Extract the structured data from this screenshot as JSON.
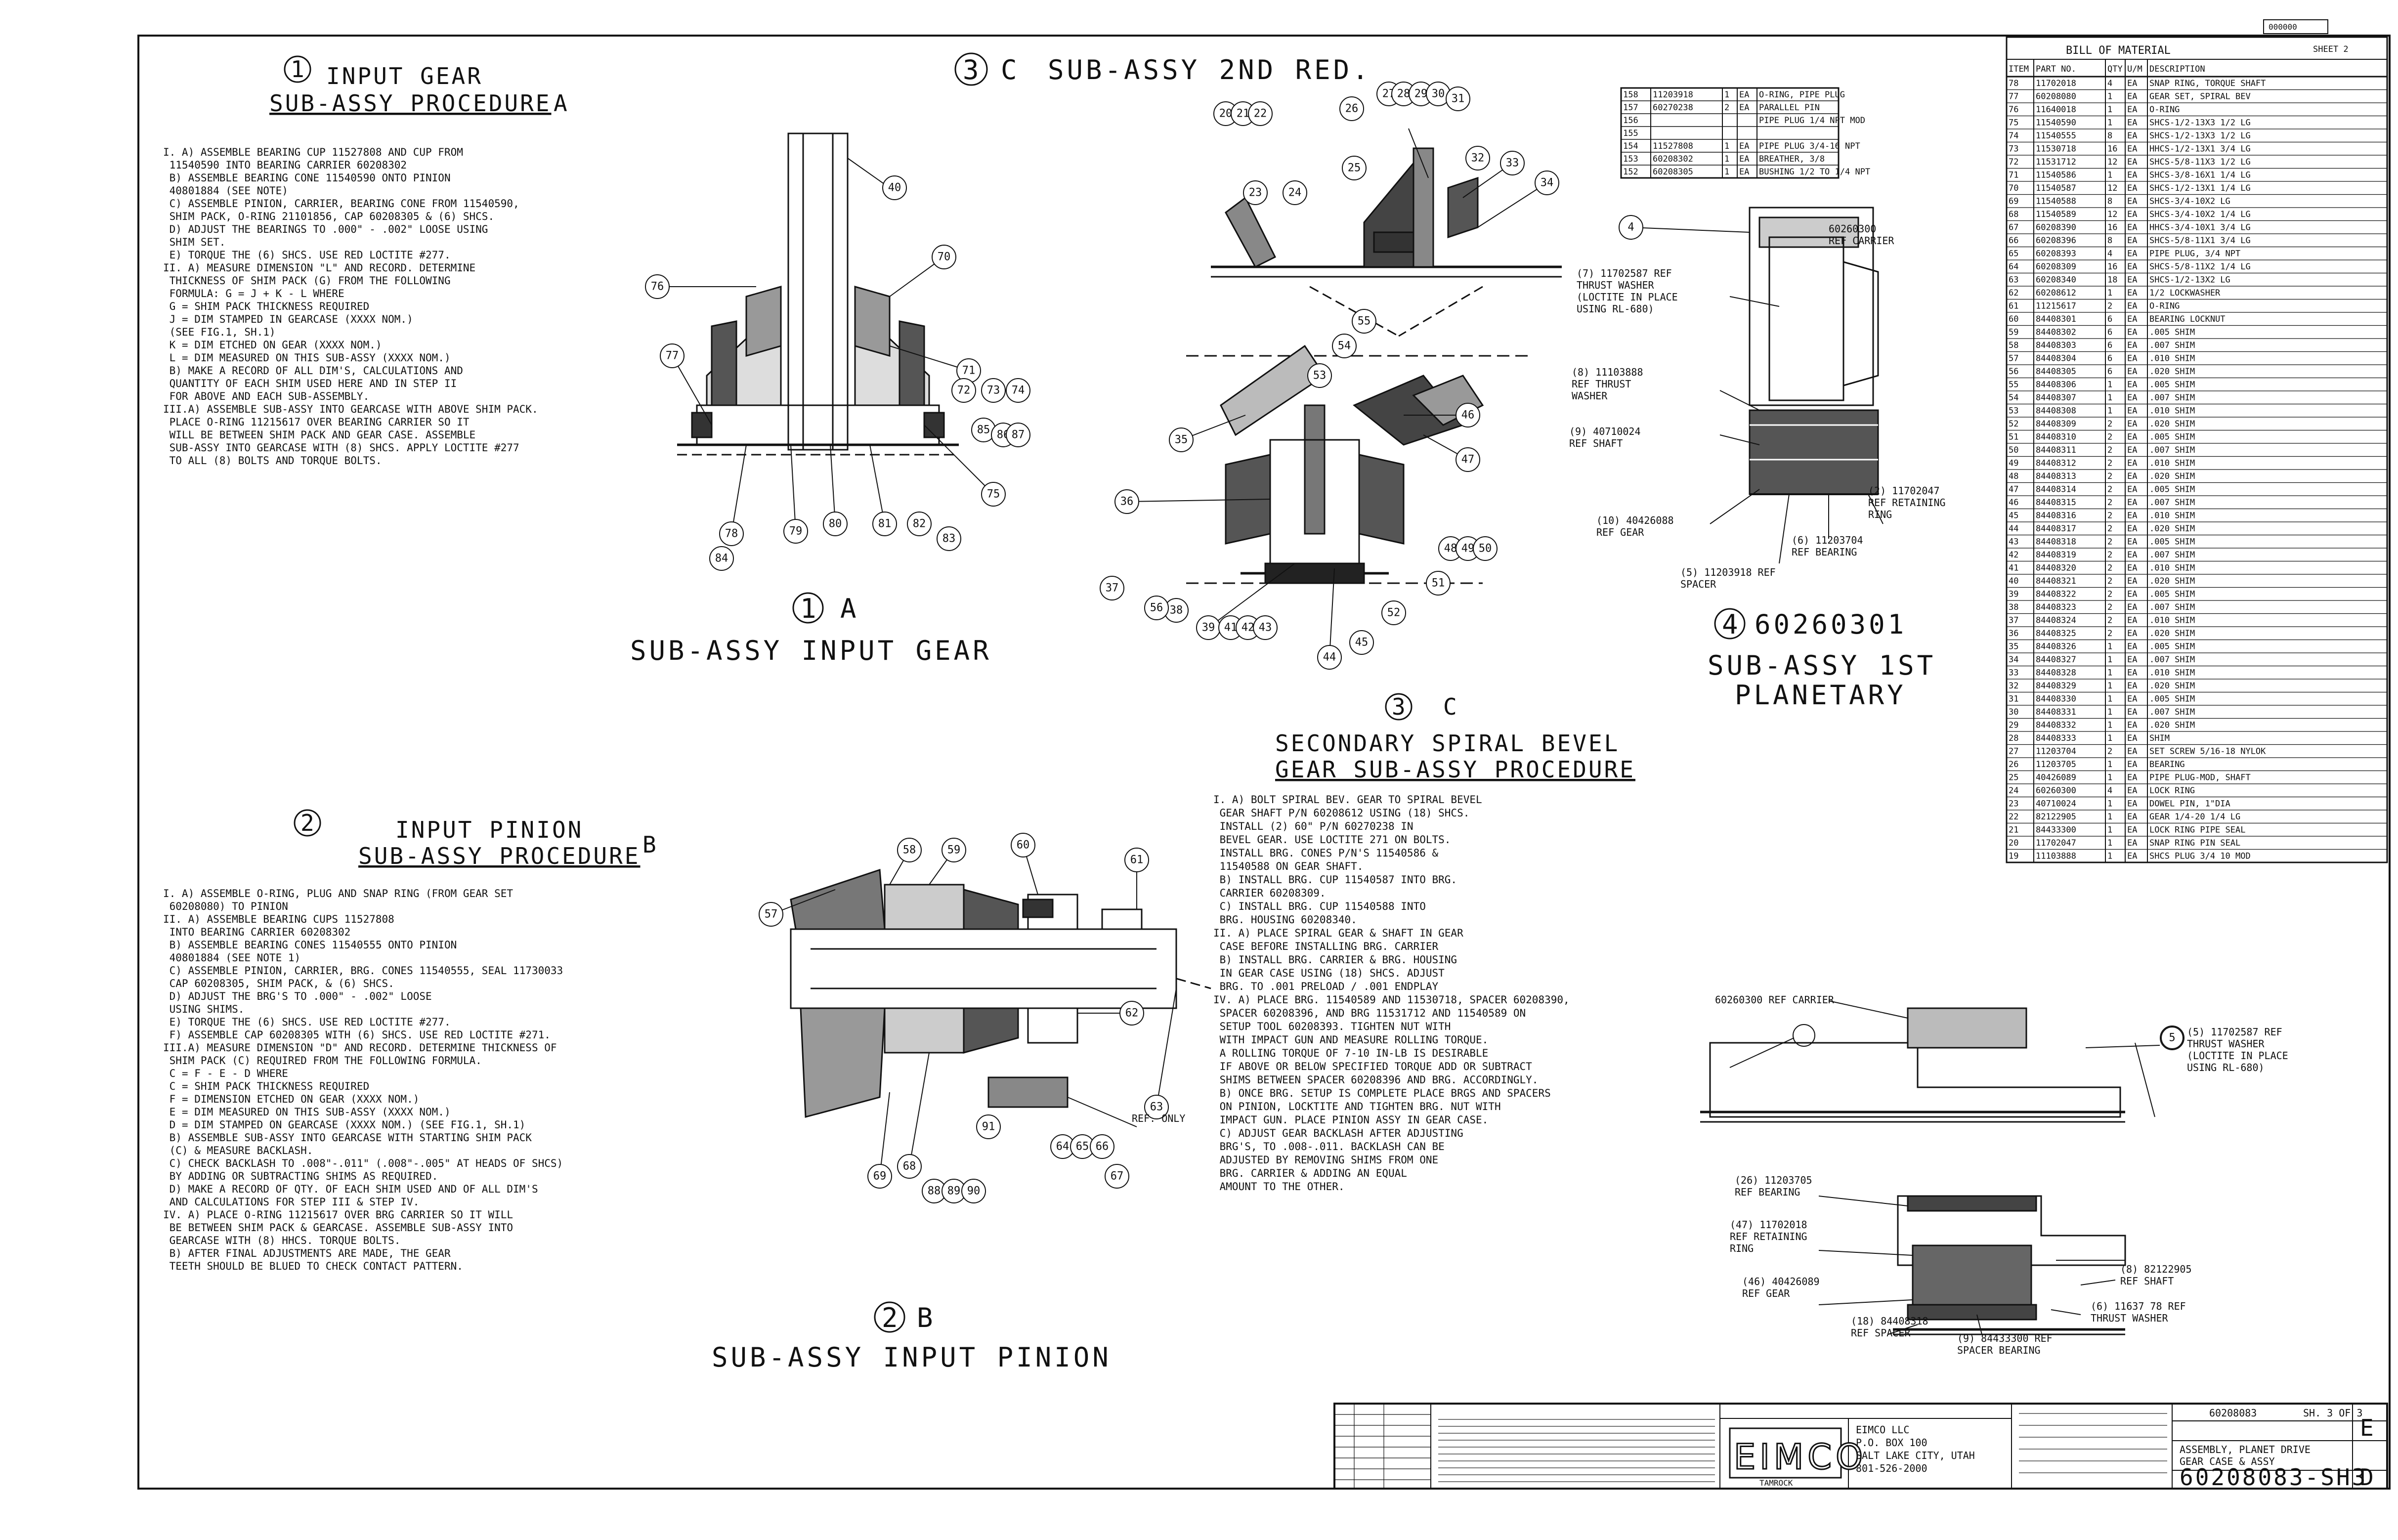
{
  "corner_code": "000000",
  "sections": {
    "input_gear_procedure": {
      "number": "1",
      "title": "INPUT GEAR",
      "subtitle": "SUB-ASSY PROCEDURE",
      "letter": "A",
      "lines": [
        "I.  A)  ASSEMBLE BEARING CUP 11527808 AND CUP FROM",
        "         11540590 INTO BEARING CARRIER 60208302",
        "    B)  ASSEMBLE BEARING CONE 11540590 ONTO PINION",
        "         40801884 (SEE NOTE)",
        "    C)  ASSEMBLE PINION, CARRIER, BEARING CONE FROM 11540590,",
        "         SHIM PACK, O-RING 21101856, CAP 60208305 & (6) SHCS.",
        "    D)  ADJUST THE BEARINGS TO .000\" - .002\" LOOSE USING",
        "         SHIM SET.",
        "    E)  TORQUE THE (6) SHCS. USE RED LOCTITE #277.",
        "II. A)  MEASURE DIMENSION \"L\" AND RECORD. DETERMINE",
        "         THICKNESS OF SHIM PACK (G) FROM THE FOLLOWING",
        "         FORMULA: G = J + K - L  WHERE",
        "            G = SHIM PACK THICKNESS REQUIRED",
        "            J = DIM STAMPED IN GEARCASE (XXXX NOM.)",
        "                (SEE FIG.1, SH.1)",
        "            K = DIM ETCHED ON GEAR (XXXX NOM.)",
        "            L = DIM MEASURED ON THIS SUB-ASSY (XXXX NOM.)",
        "    B)  MAKE A RECORD OF ALL DIM'S, CALCULATIONS AND",
        "         QUANTITY OF EACH SHIM USED HERE AND IN STEP II",
        "         FOR ABOVE AND EACH SUB-ASSEMBLY.",
        "III.A)  ASSEMBLE SUB-ASSY INTO GEARCASE WITH ABOVE SHIM PACK.",
        "         PLACE O-RING 11215617 OVER BEARING CARRIER SO IT",
        "         WILL BE BETWEEN SHIM PACK AND GEAR CASE. ASSEMBLE",
        "         SUB-ASSY INTO GEARCASE WITH (8) SHCS. APPLY LOCTITE #277",
        "         TO ALL (8) BOLTS AND TORQUE BOLTS."
      ]
    },
    "input_pinion_procedure": {
      "number": "2",
      "title": "INPUT PINION",
      "subtitle": "SUB-ASSY PROCEDURE",
      "letter": "B",
      "lines": [
        "I.  A)  ASSEMBLE O-RING, PLUG AND SNAP RING (FROM GEAR SET",
        "         60208080) TO PINION",
        "II. A)  ASSEMBLE BEARING CUPS 11527808",
        "         INTO BEARING CARRIER 60208302",
        "    B)  ASSEMBLE BEARING CONES 11540555 ONTO PINION",
        "         40801884 (SEE NOTE 1)",
        "    C)  ASSEMBLE PINION, CARRIER, BRG. CONES 11540555, SEAL 11730033",
        "         CAP 60208305, SHIM PACK, & (6) SHCS.",
        "    D)  ADJUST THE BRG'S TO .000\" - .002\" LOOSE",
        "         USING SHIMS.",
        "    E)  TORQUE THE (6) SHCS. USE RED LOCTITE #277.",
        "    F)  ASSEMBLE CAP 60208305 WITH (6) SHCS. USE RED LOCTITE #271.",
        "III.A)  MEASURE DIMENSION \"D\" AND RECORD. DETERMINE THICKNESS OF",
        "         SHIM PACK (C) REQUIRED FROM THE FOLLOWING FORMULA.",
        "                  C = F - E - D  WHERE",
        "            C = SHIM PACK THICKNESS REQUIRED",
        "            F = DIMENSION ETCHED ON GEAR (XXXX NOM.)",
        "            E = DIM MEASURED ON THIS SUB-ASSY (XXXX NOM.)",
        "            D = DIM STAMPED ON GEARCASE (XXXX NOM.) (SEE FIG.1, SH.1)",
        "    B)  ASSEMBLE SUB-ASSY INTO GEARCASE WITH STARTING SHIM PACK",
        "         (C) & MEASURE BACKLASH.",
        "    C)  CHECK BACKLASH TO .008\"-.011\" (.008\"-.005\" AT HEADS OF SHCS)",
        "         BY ADDING OR SUBTRACTING SHIMS AS REQUIRED.",
        "    D)  MAKE A RECORD OF QTY. OF EACH SHIM USED AND OF ALL DIM'S",
        "         AND CALCULATIONS FOR STEP III & STEP IV.",
        "IV. A)  PLACE O-RING 11215617 OVER BRG CARRIER SO IT WILL",
        "         BE BETWEEN SHIM PACK & GEARCASE. ASSEMBLE SUB-ASSY INTO",
        "         GEARCASE WITH (8) HHCS. TORQUE BOLTS.",
        "    B)  AFTER FINAL ADJUSTMENTS ARE MADE, THE GEAR",
        "         TEETH SHOULD BE BLUED TO CHECK CONTACT PATTERN."
      ]
    },
    "spiral_bevel_procedure": {
      "number": "3",
      "letter": "C",
      "title": "SECONDARY SPIRAL BEVEL",
      "subtitle": "GEAR SUB-ASSY PROCEDURE",
      "lines": [
        "I.  A)  BOLT SPIRAL BEV. GEAR TO SPIRAL BEVEL",
        "         GEAR SHAFT P/N 60208612 USING (18) SHCS.",
        "         INSTALL (2) 60\" P/N 60270238 IN",
        "         BEVEL GEAR. USE LOCTITE 271 ON BOLTS.",
        "         INSTALL BRG. CONES P/N'S 11540586 &",
        "         11540588 ON GEAR SHAFT.",
        "    B)  INSTALL BRG. CUP 11540587 INTO BRG.",
        "         CARRIER 60208309.",
        "    C)  INSTALL BRG. CUP 11540588 INTO",
        "         BRG. HOUSING 60208340.",
        "II. A)  PLACE SPIRAL GEAR & SHAFT IN GEAR",
        "         CASE BEFORE INSTALLING BRG. CARRIER",
        "    B)  INSTALL BRG. CARRIER & BRG. HOUSING",
        "         IN GEAR CASE USING (18) SHCS. ADJUST",
        "         BRG. TO .001 PRELOAD / .001 ENDPLAY",
        "IV. A)  PLACE BRG. 11540589 AND 11530718, SPACER 60208390,",
        "         SPACER 60208396, AND BRG 11531712 AND 11540589 ON",
        "         SETUP TOOL 60208393. TIGHTEN NUT WITH",
        "         WITH IMPACT GUN AND MEASURE ROLLING TORQUE.",
        "         A ROLLING TORQUE OF 7-10 IN-LB IS DESIRABLE",
        "         IF ABOVE OR BELOW SPECIFIED TORQUE ADD OR SUBTRACT",
        "         SHIMS BETWEEN SPACER 60208396 AND BRG. ACCORDINGLY.",
        "    B)  ONCE BRG. SETUP IS COMPLETE PLACE BRGS AND SPACERS",
        "         ON PINION, LOCKTITE AND TIGHTEN BRG. NUT WITH",
        "         IMPACT GUN. PLACE PINION ASSY IN GEAR CASE.",
        "    C)  ADJUST GEAR BACKLASH AFTER ADJUSTING",
        "         BRG'S, TO .008-.011. BACKLASH CAN BE",
        "         ADJUSTED BY REMOVING SHIMS FROM ONE",
        "         BRG. CARRIER & ADDING AN EQUAL",
        "         AMOUNT TO THE OTHER."
      ]
    }
  },
  "views": {
    "sub_assy_2nd_red": {
      "number": "3",
      "letter": "C",
      "title": "SUB-ASSY 2ND RED."
    },
    "sub_assy_input_gear": {
      "number": "1",
      "letter": "A",
      "title": "SUB-ASSY INPUT GEAR"
    },
    "sub_assy_input_pinion": {
      "number": "2",
      "letter": "B",
      "title": "SUB-ASSY INPUT PINION"
    },
    "sub_assy_1st_planetary": {
      "number": "4",
      "part": "60260301",
      "title": "SUB-ASSY 1ST",
      "title2": "PLANETARY"
    }
  },
  "planetary_refs": {
    "carrier": [
      "60260300",
      "REF CARRIER"
    ],
    "thrust_washer": [
      "(7) 11702587 REF",
      "THRUST WASHER",
      "(LOCTITE IN PLACE",
      "USING RL-680)"
    ],
    "thrust_washer2": [
      "(8) 11103888",
      "REF THRUST",
      "WASHER"
    ],
    "shaft": [
      "(9) 40710024",
      "REF SHAFT"
    ],
    "gear": [
      "(10) 40426088",
      "REF GEAR"
    ],
    "bearing": [
      "(6) 11203704",
      "REF BEARING"
    ],
    "spacer": [
      "(5) 11203918 REF",
      "SPACER"
    ],
    "retaining_ring": [
      "(2) 11702047",
      "REF RETAINING",
      "RING"
    ]
  },
  "carrier_refs": {
    "carrier": "60260300 REF CARRIER",
    "thrust_washer": [
      "(5) 11702587 REF",
      "THRUST WASHER",
      "(LOCTITE IN PLACE",
      "USING RL-680)"
    ],
    "bearing": [
      "(26) 11203705",
      "REF BEARING"
    ],
    "retaining_ring": [
      "(47) 11702018",
      "REF RETAINING",
      "RING"
    ],
    "gear": [
      "(46) 40426089",
      "REF GEAR"
    ],
    "spacer": [
      "(18) 84408318",
      "REF SPACER"
    ],
    "spacer_bearing": [
      "(9) 84433300 REF",
      "SPACER BEARING"
    ],
    "shaft": [
      "(8) 82122905",
      "REF SHAFT"
    ],
    "thrust_washer2": [
      "(6) 11637 78 REF",
      "THRUST WASHER"
    ]
  },
  "misc": {
    "ref_only": "REF. ONLY"
  },
  "top_table": {
    "rows": [
      [
        "158",
        "11203918",
        "1",
        "EA",
        "O-RING, PIPE PLUG"
      ],
      [
        "157",
        "60270238",
        "2",
        "EA",
        "PARALLEL PIN"
      ],
      [
        "156",
        "",
        "",
        "",
        "PIPE PLUG 1/4 NPT MOD"
      ],
      [
        "155",
        "",
        "",
        "",
        ""
      ],
      [
        "154",
        "11527808",
        "1",
        "EA",
        "PIPE PLUG 3/4-16 NPT"
      ],
      [
        "153",
        "60208302",
        "1",
        "EA",
        "BREATHER, 3/8"
      ],
      [
        "152",
        "60208305",
        "1",
        "EA",
        "BUSHING 1/2 TO 1/4 NPT"
      ]
    ]
  },
  "bom": {
    "title": "BILL OF MATERIAL",
    "corner": "SHEET 2",
    "headers": [
      "ITEM",
      "PART NO.",
      "QTY",
      "U/M",
      "DESCRIPTION"
    ],
    "rows": [
      [
        "78",
        "11702018",
        "4",
        "EA",
        "SNAP RING, TORQUE SHAFT"
      ],
      [
        "77",
        "60208080",
        "1",
        "EA",
        "GEAR SET, SPIRAL BEV"
      ],
      [
        "76",
        "11640018",
        "1",
        "EA",
        "O-RING"
      ],
      [
        "75",
        "11540590",
        "1",
        "EA",
        "SHCS-1/2-13X3 1/2 LG"
      ],
      [
        "74",
        "11540555",
        "8",
        "EA",
        "SHCS-1/2-13X3 1/2 LG"
      ],
      [
        "73",
        "11530718",
        "16",
        "EA",
        "HHCS-1/2-13X1 3/4 LG"
      ],
      [
        "72",
        "11531712",
        "12",
        "EA",
        "SHCS-5/8-11X3 1/2 LG"
      ],
      [
        "71",
        "11540586",
        "1",
        "EA",
        "SHCS-3/8-16X1 1/4 LG"
      ],
      [
        "70",
        "11540587",
        "12",
        "EA",
        "SHCS-1/2-13X1 1/4 LG"
      ],
      [
        "69",
        "11540588",
        "8",
        "EA",
        "SHCS-3/4-10X2 LG"
      ],
      [
        "68",
        "11540589",
        "12",
        "EA",
        "SHCS-3/4-10X2 1/4 LG"
      ],
      [
        "67",
        "60208390",
        "16",
        "EA",
        "HHCS-3/4-10X1 3/4 LG"
      ],
      [
        "66",
        "60208396",
        "8",
        "EA",
        "SHCS-5/8-11X1 3/4 LG"
      ],
      [
        "65",
        "60208393",
        "4",
        "EA",
        "PIPE PLUG, 3/4 NPT"
      ],
      [
        "64",
        "60208309",
        "16",
        "EA",
        "SHCS-5/8-11X2 1/4 LG"
      ],
      [
        "63",
        "60208340",
        "18",
        "EA",
        "SHCS-1/2-13X2 LG"
      ],
      [
        "62",
        "60208612",
        "1",
        "EA",
        "1/2 LOCKWASHER"
      ],
      [
        "61",
        "11215617",
        "2",
        "EA",
        "O-RING"
      ],
      [
        "60",
        "84408301",
        "6",
        "EA",
        "BEARING LOCKNUT"
      ],
      [
        "59",
        "84408302",
        "6",
        "EA",
        ".005 SHIM"
      ],
      [
        "58",
        "84408303",
        "6",
        "EA",
        ".007 SHIM"
      ],
      [
        "57",
        "84408304",
        "6",
        "EA",
        ".010 SHIM"
      ],
      [
        "56",
        "84408305",
        "6",
        "EA",
        ".020 SHIM"
      ],
      [
        "55",
        "84408306",
        "1",
        "EA",
        ".005 SHIM"
      ],
      [
        "54",
        "84408307",
        "1",
        "EA",
        ".007 SHIM"
      ],
      [
        "53",
        "84408308",
        "1",
        "EA",
        ".010 SHIM"
      ],
      [
        "52",
        "84408309",
        "2",
        "EA",
        ".020 SHIM"
      ],
      [
        "51",
        "84408310",
        "2",
        "EA",
        ".005 SHIM"
      ],
      [
        "50",
        "84408311",
        "2",
        "EA",
        ".007 SHIM"
      ],
      [
        "49",
        "84408312",
        "2",
        "EA",
        ".010 SHIM"
      ],
      [
        "48",
        "84408313",
        "2",
        "EA",
        ".020 SHIM"
      ],
      [
        "47",
        "84408314",
        "2",
        "EA",
        ".005 SHIM"
      ],
      [
        "46",
        "84408315",
        "2",
        "EA",
        ".007 SHIM"
      ],
      [
        "45",
        "84408316",
        "2",
        "EA",
        ".010 SHIM"
      ],
      [
        "44",
        "84408317",
        "2",
        "EA",
        ".020 SHIM"
      ],
      [
        "43",
        "84408318",
        "2",
        "EA",
        ".005 SHIM"
      ],
      [
        "42",
        "84408319",
        "2",
        "EA",
        ".007 SHIM"
      ],
      [
        "41",
        "84408320",
        "2",
        "EA",
        ".010 SHIM"
      ],
      [
        "40",
        "84408321",
        "2",
        "EA",
        ".020 SHIM"
      ],
      [
        "39",
        "84408322",
        "2",
        "EA",
        ".005 SHIM"
      ],
      [
        "38",
        "84408323",
        "2",
        "EA",
        ".007 SHIM"
      ],
      [
        "37",
        "84408324",
        "2",
        "EA",
        ".010 SHIM"
      ],
      [
        "36",
        "84408325",
        "2",
        "EA",
        ".020 SHIM"
      ],
      [
        "35",
        "84408326",
        "1",
        "EA",
        ".005 SHIM"
      ],
      [
        "34",
        "84408327",
        "1",
        "EA",
        ".007 SHIM"
      ],
      [
        "33",
        "84408328",
        "1",
        "EA",
        ".010 SHIM"
      ],
      [
        "32",
        "84408329",
        "1",
        "EA",
        ".020 SHIM"
      ],
      [
        "31",
        "84408330",
        "1",
        "EA",
        ".005 SHIM"
      ],
      [
        "30",
        "84408331",
        "1",
        "EA",
        ".007 SHIM"
      ],
      [
        "29",
        "84408332",
        "1",
        "EA",
        ".020 SHIM"
      ],
      [
        "28",
        "84408333",
        "1",
        "EA",
        "SHIM"
      ],
      [
        "27",
        "11203704",
        "2",
        "EA",
        "SET SCREW 5/16-18 NYLOK"
      ],
      [
        "26",
        "11203705",
        "1",
        "EA",
        "BEARING"
      ],
      [
        "25",
        "40426089",
        "1",
        "EA",
        "PIPE PLUG-MOD, SHAFT"
      ],
      [
        "24",
        "60260300",
        "4",
        "EA",
        "LOCK RING"
      ],
      [
        "23",
        "40710024",
        "1",
        "EA",
        "DOWEL PIN, 1\"DIA"
      ],
      [
        "22",
        "82122905",
        "1",
        "EA",
        "GEAR 1/4-20 1/4 LG"
      ],
      [
        "21",
        "84433300",
        "1",
        "EA",
        "LOCK RING PIPE SEAL"
      ],
      [
        "20",
        "11702047",
        "1",
        "EA",
        "SNAP RING PIN SEAL"
      ],
      [
        "19",
        "11103888",
        "1",
        "EA",
        "SHCS PLUG 3/4 10 MOD"
      ]
    ]
  },
  "title_block": {
    "company": "EIMCO",
    "company_sub": "TAMROCK",
    "address": [
      "EIMCO LLC",
      "P.O. BOX 100",
      "SALT LAKE CITY, UTAH",
      "801-526-2000"
    ],
    "dwg_no": "60208083",
    "sheet": "SH. 3 OF 3",
    "drawing_title": [
      "ASSEMBLY, PLANET DRIVE",
      "GEAR CASE & ASSY"
    ],
    "bottom_no": "60208083-SH3",
    "rev": "D",
    "size": "E"
  },
  "balloons": {
    "gear": [
      "40",
      "70",
      "71",
      "72",
      "73",
      "74",
      "75",
      "76",
      "77",
      "78",
      "79",
      "80",
      "81",
      "82",
      "83",
      "84",
      "85",
      "86",
      "87"
    ],
    "red2": [
      "20",
      "21",
      "22",
      "23",
      "24",
      "25",
      "26",
      "27",
      "28",
      "29",
      "30",
      "31",
      "32",
      "33",
      "34",
      "35",
      "36",
      "37",
      "38",
      "39",
      "41",
      "42",
      "43",
      "44",
      "45",
      "46",
      "47",
      "48",
      "49",
      "50",
      "51",
      "52",
      "53",
      "54",
      "55",
      "56"
    ],
    "pinion": [
      "57",
      "58",
      "59",
      "60",
      "61",
      "62",
      "63",
      "64",
      "65",
      "66",
      "67",
      "68",
      "69",
      "88",
      "89",
      "90",
      "91"
    ],
    "planet": [
      "4",
      "5"
    ]
  }
}
